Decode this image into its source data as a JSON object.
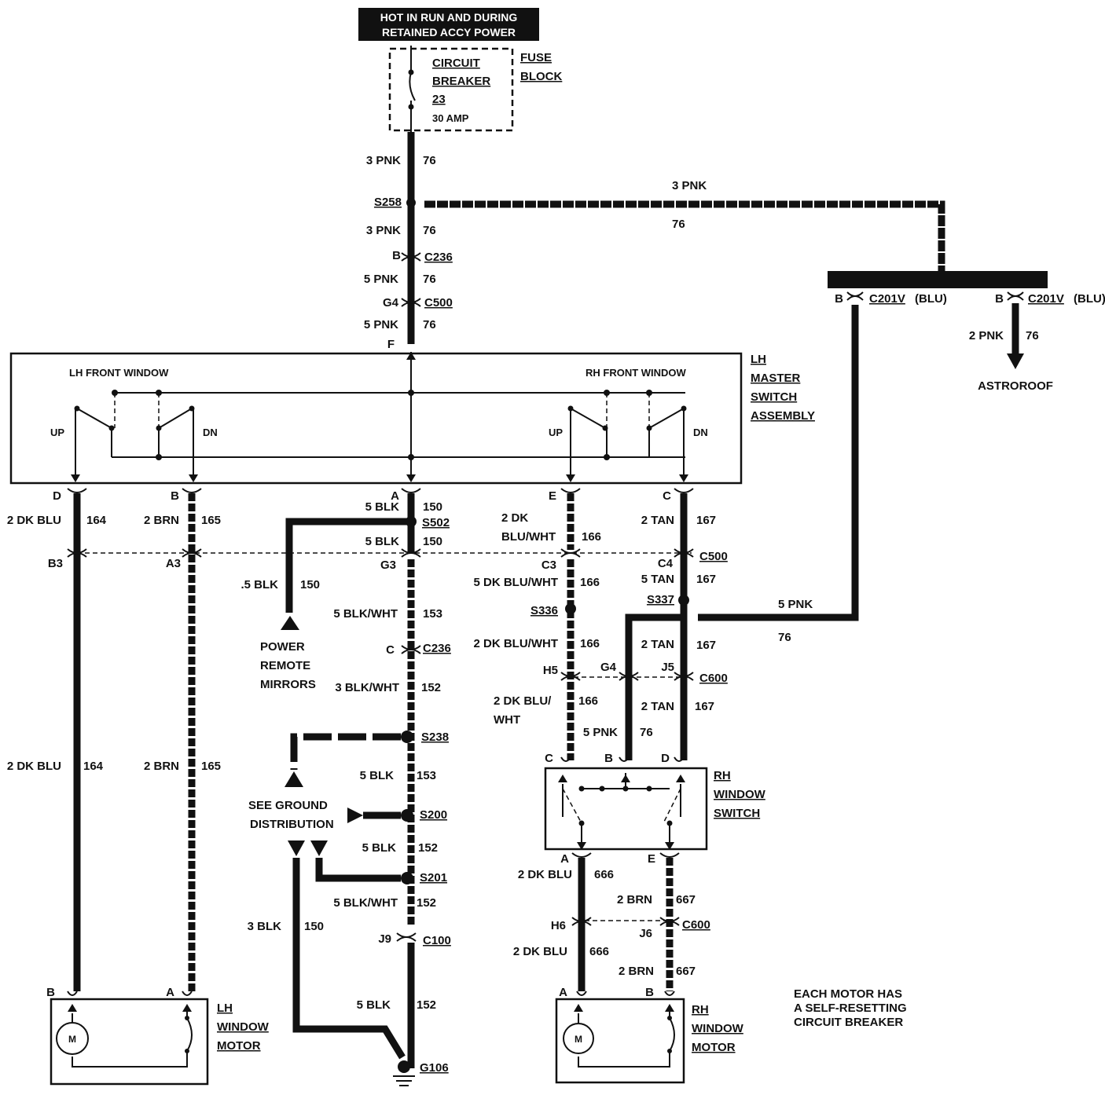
{
  "header": {
    "line1": "HOT IN RUN AND DURING",
    "line2": "RETAINED ACCY POWER"
  },
  "fuse": {
    "line1": "CIRCUIT",
    "line2": "BREAKER",
    "line3": "23",
    "amp": "30 AMP",
    "block1": "FUSE",
    "block2": "BLOCK"
  },
  "trunk": {
    "w1": "3 PNK",
    "c1": "76",
    "splice1": "S258",
    "w2": "3 PNK",
    "c2": "76",
    "pinB": "B",
    "conn1": "C236",
    "w3": "5 PNK",
    "c3": "76",
    "pinG4": "G4",
    "conn2": "C500",
    "w4": "5 PNK",
    "c4": "76",
    "pinF": "F"
  },
  "branch": {
    "w": "3 PNK",
    "c": "76",
    "pinL": "B",
    "connL": "C201V",
    "colorL": "(BLU)",
    "pinR": "B",
    "connR": "C201V",
    "colorR": "(BLU)",
    "aw": "2 PNK",
    "ac": "76",
    "astroroof": "ASTROROOF"
  },
  "master": {
    "lh_window": "LH FRONT WINDOW",
    "rh_window": "RH FRONT WINDOW",
    "up": "UP",
    "dn": "DN",
    "t1": "LH",
    "t2": "MASTER",
    "t3": "SWITCH",
    "t4": "ASSEMBLY"
  },
  "lh": {
    "pinD": "D",
    "pinB": "B",
    "w1": "2 DK BLU",
    "c1": "164",
    "w2": "2 BRN",
    "c2": "165",
    "pinB3": "B3",
    "pinA3": "A3",
    "w3": "2 DK BLU",
    "c3": "164",
    "w4": "2 BRN",
    "c4": "165",
    "mpinB": "B",
    "mpinA": "A",
    "motorM": "M",
    "t1": "LH",
    "t2": "WINDOW",
    "t3": "MOTOR"
  },
  "gnd": {
    "pinA": "A",
    "w1": "5 BLK",
    "c1": "150",
    "s502": "S502",
    "w2": "5 BLK",
    "c2": "150",
    "pinG3": "G3",
    "mw": ".5 BLK",
    "mc": "150",
    "mir1": "POWER",
    "mir2": "REMOTE",
    "mir3": "MIRRORS",
    "w3": "5 BLK/WHT",
    "c3": "153",
    "pinC": "C",
    "conn": "C236",
    "w4": "3 BLK/WHT",
    "c4": "152",
    "s238": "S238",
    "w5": "5 BLK",
    "c5": "153",
    "see1": "SEE GROUND",
    "see2": "DISTRIBUTION",
    "s200": "S200",
    "w6": "5 BLK",
    "c6": "152",
    "s201": "S201",
    "w7": "5 BLK/WHT",
    "c7": "152",
    "bw": "3 BLK",
    "bc": "150",
    "pinJ9": "J9",
    "c100": "C100",
    "w8": "5 BLK",
    "c8": "152",
    "g106": "G106"
  },
  "rh": {
    "pinE": "E",
    "pinC": "C",
    "w1a": "2 DK",
    "w1b": "BLU/WHT",
    "c1": "166",
    "w2": "2 TAN",
    "c2": "167",
    "pinC3": "C3",
    "pinC4": "C4",
    "c500": "C500",
    "w3": "5 DK BLU/WHT",
    "c3": "166",
    "w4": "5 TAN",
    "c4": "167",
    "s336": "S336",
    "s337": "S337",
    "pw": "5 PNK",
    "pc": "76",
    "w5": "2 DK BLU/WHT",
    "c5": "166",
    "w6": "2 TAN",
    "c6": "167",
    "pinH5": "H5",
    "pinG4": "G4",
    "pinJ5": "J5",
    "c600": "C600",
    "w7a": "2 DK BLU/",
    "w7b": "WHT",
    "c7": "166",
    "w8": "2 TAN",
    "c8": "167",
    "w9": "5 PNK",
    "c9": "76",
    "swC": "C",
    "swB": "B",
    "swD": "D",
    "st1": "RH",
    "st2": "WINDOW",
    "st3": "SWITCH",
    "swA": "A",
    "swE": "E",
    "w10": "2 DK BLU",
    "c10": "666",
    "w11": "2 BRN",
    "c11": "667",
    "pinH6": "H6",
    "pinJ6": "J6",
    "c600b": "C600",
    "w12": "2 DK BLU",
    "c12": "666",
    "w13": "2 BRN",
    "c13": "667",
    "mA": "A",
    "mB": "B",
    "motorM": "M",
    "mt1": "RH",
    "mt2": "WINDOW",
    "mt3": "MOTOR"
  },
  "note": {
    "l1": "EACH MOTOR HAS",
    "l2": "A SELF-RESETTING",
    "l3": "CIRCUIT BREAKER"
  }
}
